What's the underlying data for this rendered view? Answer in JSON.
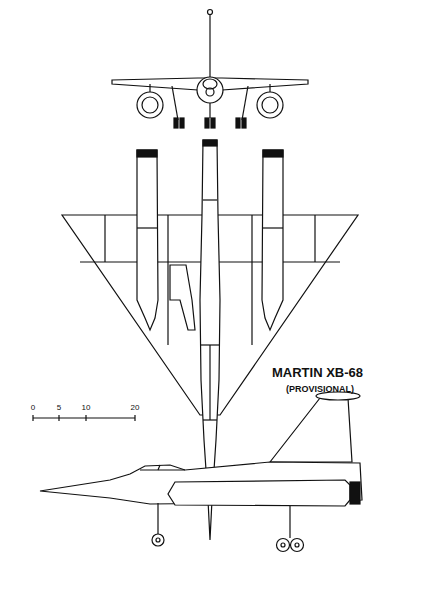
{
  "diagram": {
    "title": "MARTIN XB-68",
    "labels": [
      "(PROVISIONAL)",
      "0",
      "5",
      "10",
      "20"
    ]
  }
}
